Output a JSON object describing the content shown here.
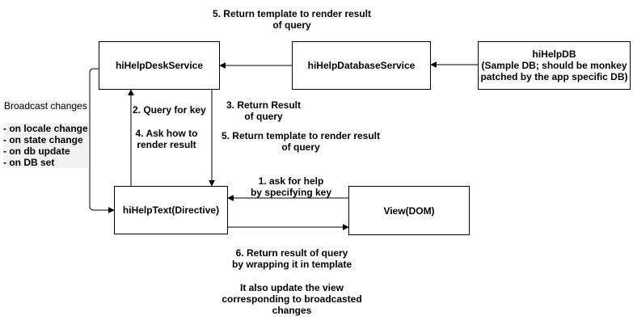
{
  "nodes": {
    "desk": "hiHelpDeskService",
    "database": "hiHelpDatabaseService",
    "db": [
      "hiHelpDB",
      "(Sample DB; should be monkey",
      "patched by the app specific DB)"
    ],
    "text": "hiHelpText(Directive)",
    "view": "View(DOM)"
  },
  "labels": {
    "top_return_template": [
      "5. Return template to render result",
      "of query"
    ],
    "query_for_key": "2. Query for key",
    "ask_how_to_render": [
      "4. Ask how to",
      "render result"
    ],
    "return_result": [
      "3. Return Result",
      "of query"
    ],
    "mid_return_template": [
      "5. Return template to render result",
      "of query"
    ],
    "ask_for_help": [
      "1. ask for help",
      "by specifying key"
    ],
    "return_result_wrapped": [
      "6. Return result of query",
      "by wrapping it in template"
    ],
    "also_update": [
      "It also update the view",
      "corresponding to broadcasted",
      "changes"
    ]
  },
  "broadcast": {
    "title": "Broadcast changes",
    "items": [
      " - on locale change",
      " - on state change",
      " -  on db update",
      "- on DB set"
    ]
  }
}
